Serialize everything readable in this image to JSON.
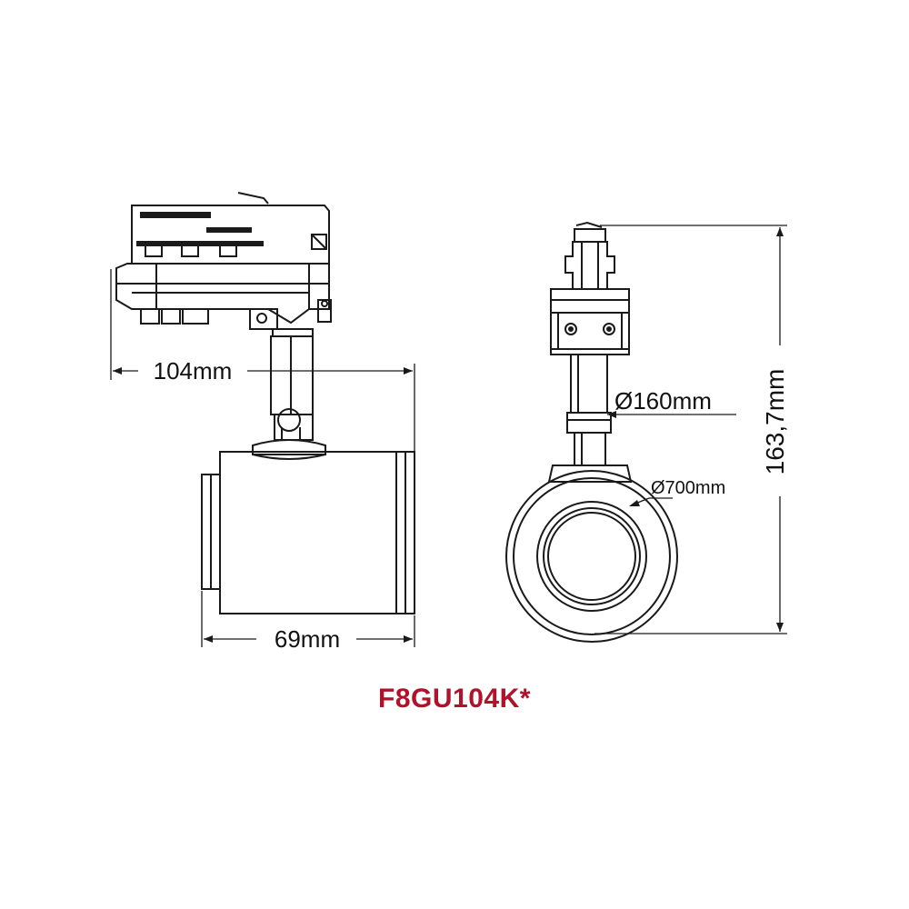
{
  "dimensions": {
    "width_track": "104mm",
    "width_body": "69mm",
    "stem_diameter": "Ø160mm",
    "head_diameter": "Ø700mm",
    "height": "163,7mm"
  },
  "model_code": "F8GU104K*",
  "colors": {
    "line": "#1a1a1a",
    "model_text": "#b0122a"
  }
}
